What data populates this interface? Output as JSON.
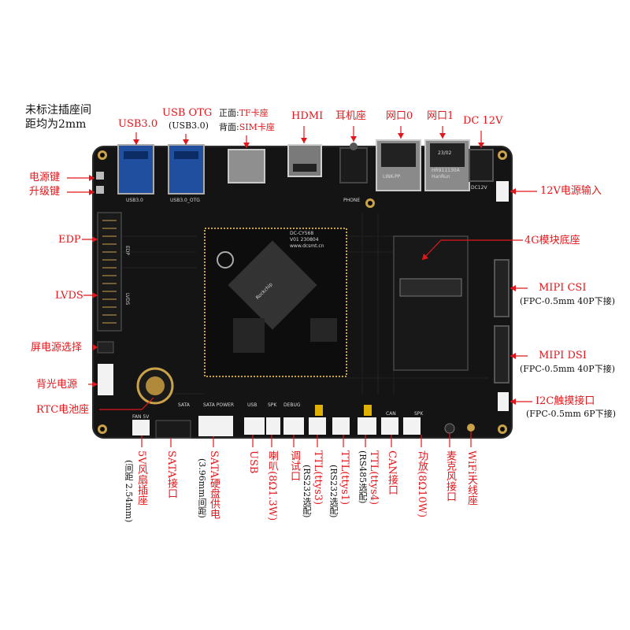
{
  "note": {
    "line1": "未标注插座间",
    "line2": "距均为2mm"
  },
  "top": {
    "usb3": "USB3.0",
    "usb_otg": "USB OTG",
    "usb_otg_sub": "(USB3.0)",
    "tf_line_black": "正面:",
    "tf_line_red": "TF卡座",
    "sim_line_black": "背面:",
    "sim_line_red": "SIM卡座",
    "hdmi": "HDMI",
    "earphone": "耳机座",
    "eth0": "网口0",
    "eth1": "网口1",
    "dc": "DC 12V"
  },
  "left": {
    "power_key": "电源键",
    "upgrade_key": "升级键",
    "edp": "EDP",
    "lvds": "LVDS",
    "screen_power": "屏电源选择",
    "backlight": "背光电源",
    "rtc": "RTC电池座"
  },
  "right": {
    "power_in": "12V电源输入",
    "module_4g": "4G模块底座",
    "mipi_csi": "MIPI CSI",
    "mipi_csi_sub": "(FPC-0.5mm 40P下接)",
    "mipi_dsi": "MIPI DSI",
    "mipi_dsi_sub": "(FPC-0.5mm 40P下接)",
    "i2c": "I2C触摸接口",
    "i2c_sub": "(FPC-0.5mm 6P下接)"
  },
  "bottom": {
    "fan": "5V风扇插座",
    "fan_sub": "(间距 2.54mm)",
    "sata": "SATA接口",
    "sata_power": "SATA硬盘供电",
    "sata_power_sub": "(3.96mm间距)",
    "usb": "USB",
    "speaker": "喇叭(8Ω1.3W)",
    "debug": "调试口",
    "ttys3": "TTL(ttys3)",
    "ttys3_sub": "(RS232选配)",
    "ttys1": "TTL(ttys1)",
    "ttys1_sub": "(RS232选配)",
    "ttys4": "TTL(ttys4)",
    "ttys4_sub": "(RS485选配)",
    "can": "CAN接口",
    "amp": "功放(8Ω10W)",
    "mic": "麦克风接口",
    "wifi": "WiFi天线座"
  },
  "silk": {
    "board_model": "DC-CY568",
    "board_ver": "V01  230804",
    "site": "www.dcsmt.cn",
    "chip_brand": "Rockchip",
    "usb_silk": "USB3.0",
    "usb_otg_silk": "USB3.0_OTG",
    "eth_brand": "HanRun",
    "eth_model": "HR911130A",
    "eth_date": "23/02",
    "eth_left_brand": "LINK-PP",
    "phone_silk": "PHONE",
    "dc_silk": "DC12V",
    "lvds_silk": "LVDS",
    "edp_silk": "EDP",
    "fan_silk": "FAN 5V",
    "sata_silk": "SATA",
    "sata_power_silk": "SATA POWER",
    "usb_bottom_silk": "USB",
    "spk_silk": "SPK",
    "debug_silk": "DEBUG",
    "can_silk": "CAN",
    "spk2_silk": "SPK"
  },
  "colors": {
    "label": "#e3171b",
    "board": "#141414",
    "connector_white": "#f2f2f2",
    "gold": "#c9a24a"
  }
}
